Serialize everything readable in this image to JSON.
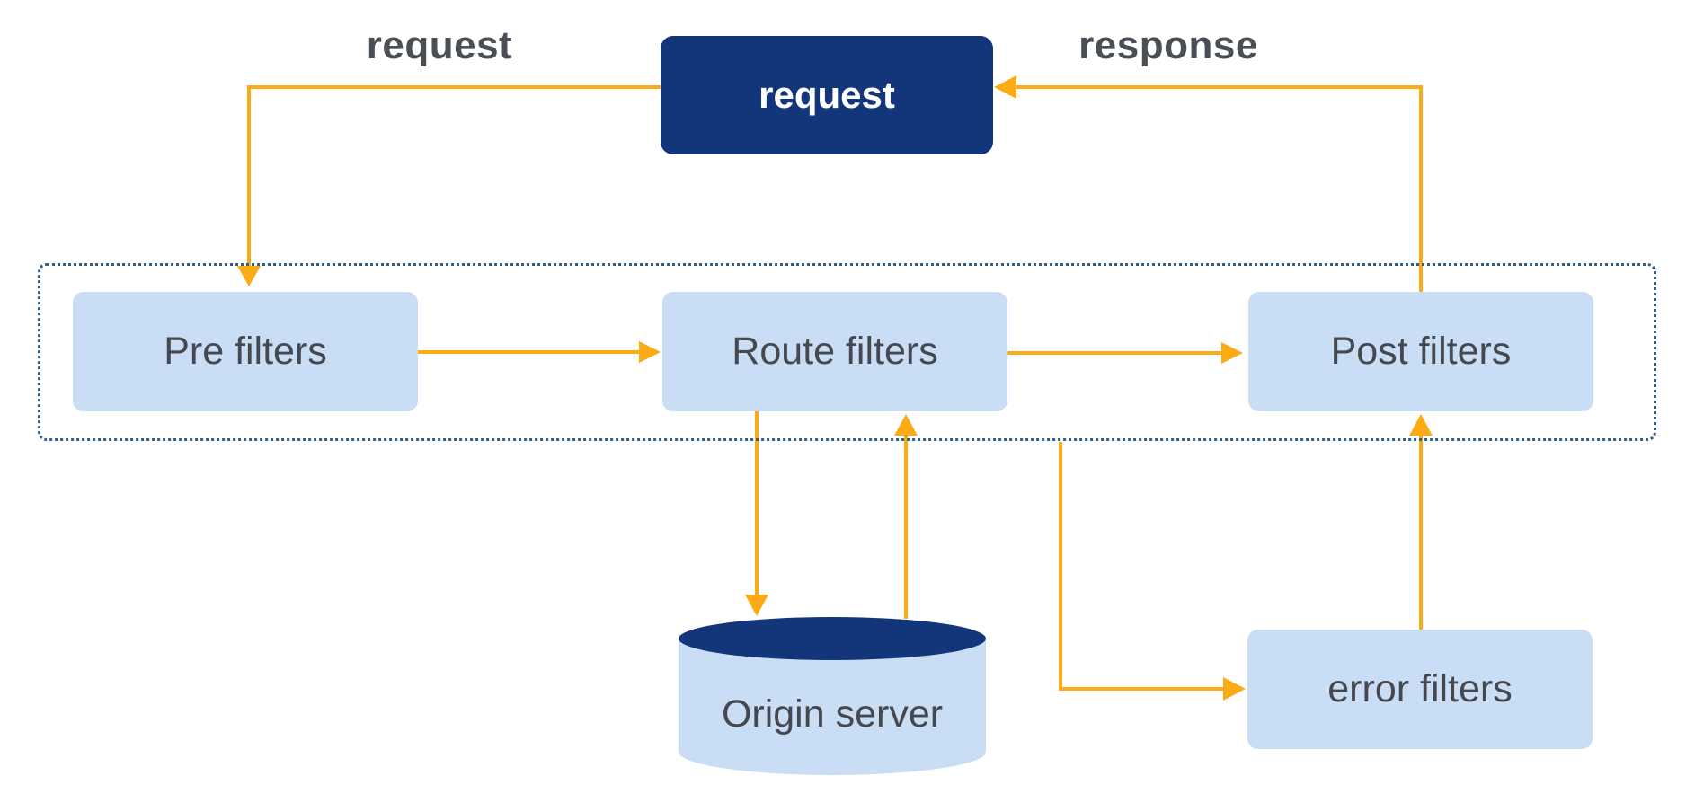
{
  "colors": {
    "navy": "#123679",
    "box-blue": "#c9ddf4",
    "arrow-orange": "#fbab15",
    "label-gray": "#4a4f55",
    "box-text": "#45494f",
    "container-border": "#2e5f8a",
    "background": "#ffffff"
  },
  "nodes": {
    "request": "request",
    "pre_filters": "Pre filters",
    "route_filters": "Route filters",
    "post_filters": "Post filters",
    "origin_server": "Origin server",
    "error_filters": "error filters"
  },
  "edge_labels": {
    "request": "request",
    "response": "response"
  }
}
